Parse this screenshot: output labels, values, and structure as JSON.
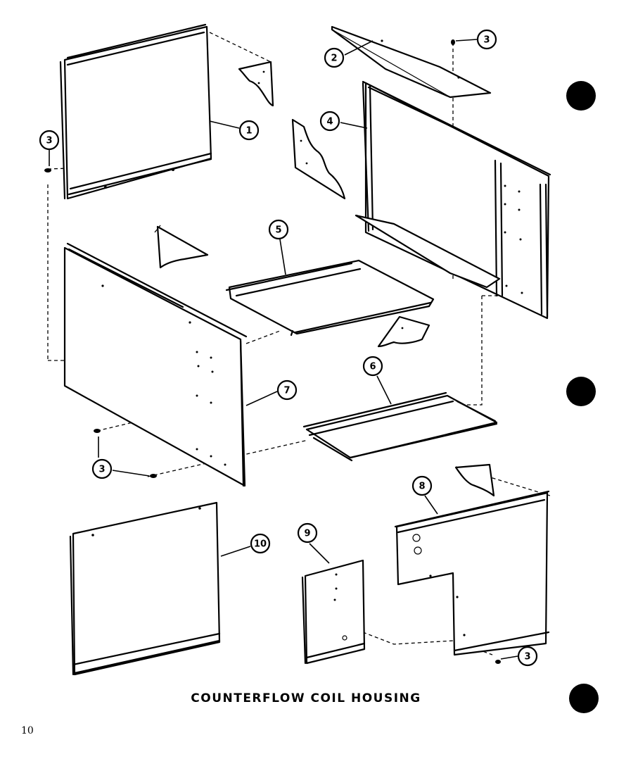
{
  "diagram": {
    "title": "COUNTERFLOW COIL HOUSING",
    "page_number": "10",
    "callouts": {
      "c1": "1",
      "c2": "2",
      "c3a": "3",
      "c3b": "3",
      "c3c": "3",
      "c3d": "3",
      "c4": "4",
      "c5": "5",
      "c6": "6",
      "c7": "7",
      "c8": "8",
      "c9": "9",
      "c10": "10"
    }
  }
}
